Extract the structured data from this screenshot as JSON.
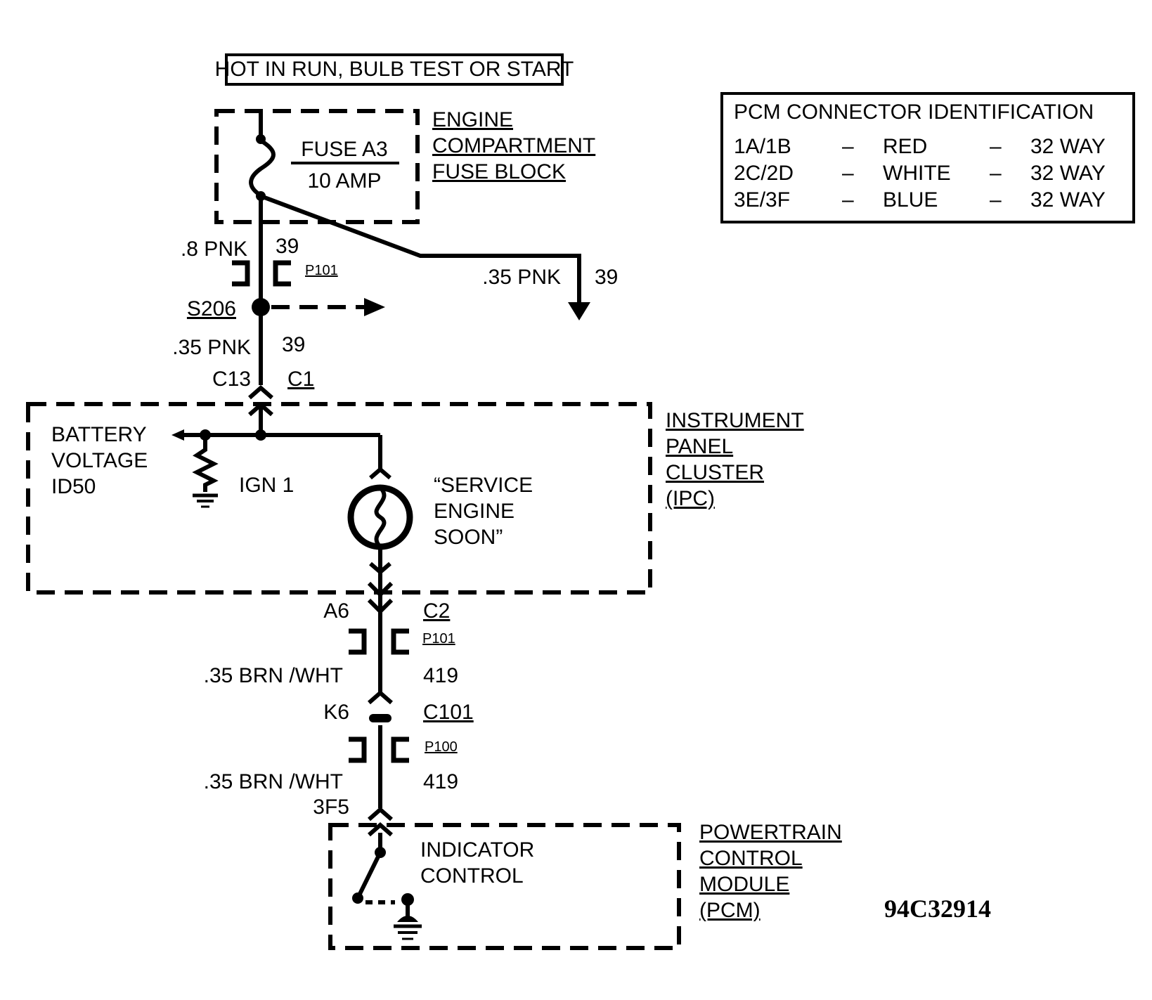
{
  "header_note": "HOT IN RUN, BULB TEST OR START",
  "fuse_block": {
    "fuse": "FUSE A3",
    "rating": "10 AMP",
    "title_lines": [
      "ENGINE",
      "COMPARTMENT",
      "FUSE BLOCK"
    ]
  },
  "pcm_connector_table": {
    "title": "PCM CONNECTOR IDENTIFICATION",
    "dash": "–",
    "rows": [
      {
        "pins": "1A/1B",
        "color": "RED",
        "size": "32 WAY"
      },
      {
        "pins": "2C/2D",
        "color": "WHITE",
        "size": "32 WAY"
      },
      {
        "pins": "3E/3F",
        "color": "BLUE",
        "size": "32 WAY"
      }
    ]
  },
  "wires": {
    "w1_gauge": ".8 PNK",
    "w1_circuit": "39",
    "w2_gauge": ".35 PNK",
    "w2_circuit": "39",
    "w3_gauge": ".35 PNK",
    "w3_circuit": "39",
    "w4_gauge": ".35 BRN /WHT",
    "w4_circuit": "419",
    "w5_gauge": ".35 BRN /WHT",
    "w5_circuit": "419"
  },
  "connectors": {
    "p101_top": "P101",
    "p101_mid": "P101",
    "p100": "P100",
    "splice": "S206",
    "c13": "C13",
    "c1": "C1",
    "a6": "A6",
    "c2": "C2",
    "k6": "K6",
    "c101": "C101",
    "pin_3f5": "3F5"
  },
  "ipc": {
    "title_lines": [
      "INSTRUMENT",
      "PANEL",
      "CLUSTER",
      "(IPC)"
    ],
    "battery_lines": [
      "BATTERY",
      "VOLTAGE",
      "ID50"
    ],
    "ign": "IGN 1",
    "lamp_lines": [
      "“SERVICE",
      "ENGINE",
      "SOON”"
    ]
  },
  "pcm": {
    "title_lines": [
      "POWERTRAIN",
      "CONTROL",
      "MODULE",
      "(PCM)"
    ],
    "control_lines": [
      "INDICATOR",
      "CONTROL"
    ]
  },
  "diagram_code": "94C32914"
}
